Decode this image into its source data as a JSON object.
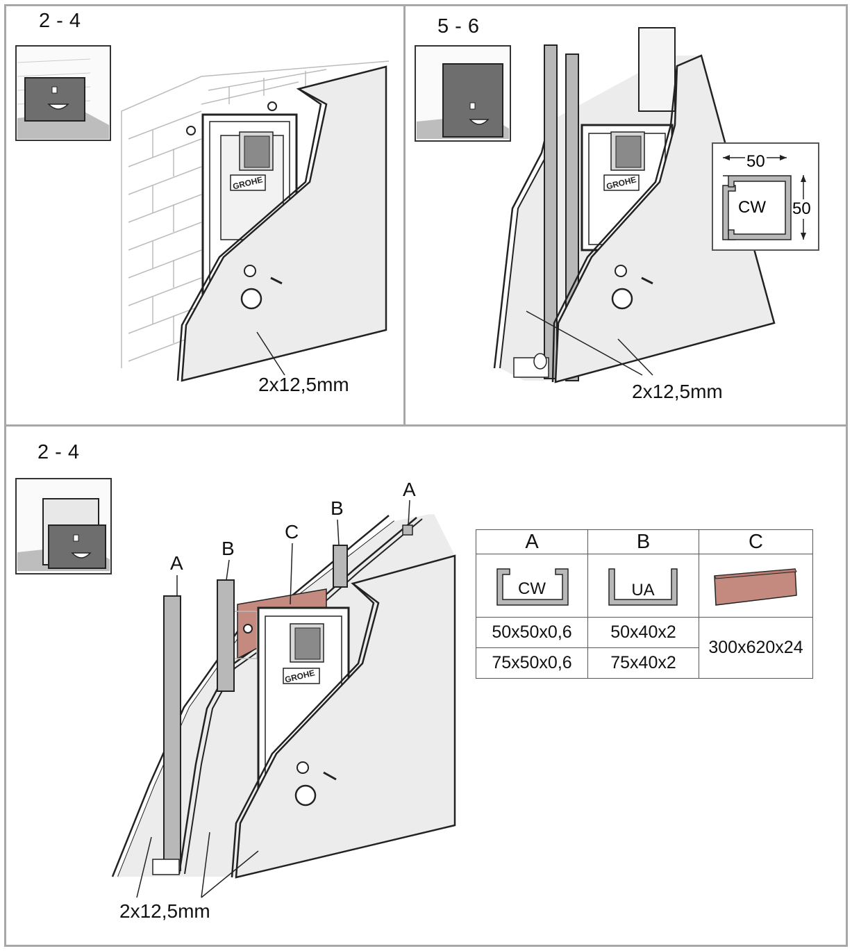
{
  "panels": [
    {
      "step": "2 - 4",
      "dimension": "2x12,5mm"
    },
    {
      "step": "5 - 6",
      "dimension": "2x12,5mm",
      "profile_detail": {
        "width": "50",
        "height": "50",
        "label": "CW"
      }
    },
    {
      "step": "2 - 4",
      "dimension": "2x12,5mm",
      "callouts": [
        "A",
        "B",
        "C",
        "B",
        "A"
      ]
    }
  ],
  "brand_logo": "GROHE",
  "spec_table": {
    "headers": [
      "A",
      "B",
      "C"
    ],
    "profile_labels": [
      "CW",
      "UA"
    ],
    "rows": [
      [
        "50x50x0,6",
        "50x40x2"
      ],
      [
        "75x50x0,6",
        "75x40x2"
      ]
    ],
    "c_value": "300x620x24"
  },
  "colors": {
    "frame_border": "#a7a7a7",
    "profile_gray": "#b8b8b8",
    "board_fill": "#ececec",
    "brick_board": "#c48a80",
    "module_dark": "#666666"
  }
}
